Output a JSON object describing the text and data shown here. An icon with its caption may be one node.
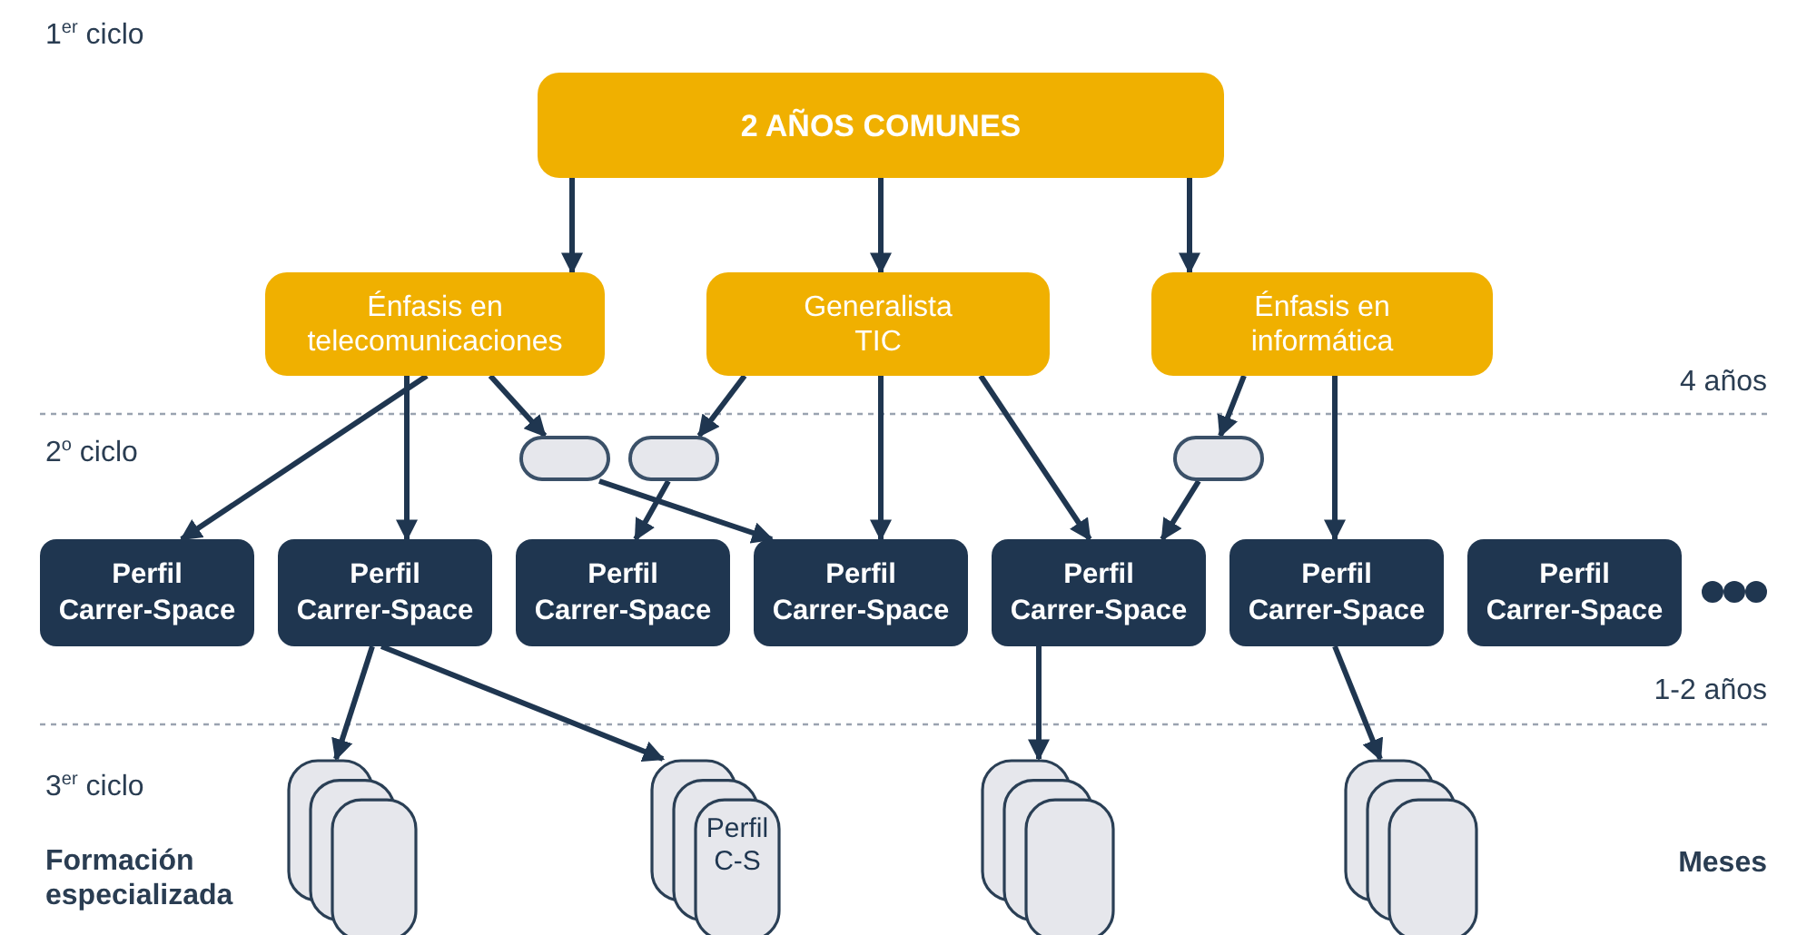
{
  "diagram": {
    "nodes": [
      {
        "text": [
          "2 AÑOS COMUNES"
        ]
      },
      {
        "text": [
          "Énfasis en telecomunicaciones"
        ]
      },
      {
        "text": [
          "Generalista TIC"
        ]
      },
      {
        "text": [
          "Énfasis en informática"
        ]
      },
      {
        "text": [],
        "shape": "pill"
      },
      {
        "text": [],
        "shape": "pill"
      },
      {
        "text": [],
        "shape": "pill"
      },
      {
        "text": [
          "Perfil Carrer-Space"
        ]
      },
      {
        "text": [
          "Perfil Carrer-Space"
        ]
      },
      {
        "text": [
          "Perfil Carrer-Space"
        ]
      },
      {
        "text": [
          "Perfil Carrer-Space"
        ]
      },
      {
        "text": [
          "Perfil Carrer-Space"
        ]
      },
      {
        "text": [
          "Perfil Carrer-Space"
        ]
      },
      {
        "text": [
          "Perfil Carrer-Space"
        ]
      },
      {
        "text": [],
        "shape": "stack"
      },
      {
        "text": [
          "Perfil C-S"
        ]
      },
      {
        "text": [],
        "shape": "stack"
      },
      {
        "text": [],
        "shape": "stack"
      }
    ],
    "edges": [
      {
        "from": 0,
        "to": 1,
        "arrow": "to"
      },
      {
        "from": 0,
        "to": 2,
        "arrow": "to"
      },
      {
        "from": 0,
        "to": 3,
        "arrow": "to"
      },
      {
        "from": 1,
        "to": 7,
        "arrow": "to"
      },
      {
        "from": 1,
        "to": 8,
        "arrow": "to"
      },
      {
        "from": 1,
        "to": 4,
        "arrow": "to"
      },
      {
        "from": 2,
        "to": 5,
        "arrow": "to"
      },
      {
        "from": 2,
        "to": 10,
        "arrow": "to"
      },
      {
        "from": 2,
        "to": 11,
        "arrow": "to"
      },
      {
        "from": 3,
        "to": 6,
        "arrow": "to"
      },
      {
        "from": 3,
        "to": 12,
        "arrow": "to"
      },
      {
        "from": 4,
        "to": 10,
        "arrow": "to"
      },
      {
        "from": 5,
        "to": 9,
        "arrow": "to"
      },
      {
        "from": 6,
        "to": 11,
        "arrow": "to"
      },
      {
        "from": 8,
        "to": 14,
        "arrow": "to"
      },
      {
        "from": 8,
        "to": 15,
        "arrow": "to"
      },
      {
        "from": 11,
        "to": 16,
        "arrow": "to"
      },
      {
        "from": 12,
        "to": 17,
        "arrow": "to"
      }
    ],
    "labels": [
      "1$^{er}$ ciclo",
      "4 años",
      "2$^{o}$ ciclo",
      "1-2 años",
      "3$^{er}$ ciclo",
      "Formación especializada",
      "Meses"
    ]
  }
}
